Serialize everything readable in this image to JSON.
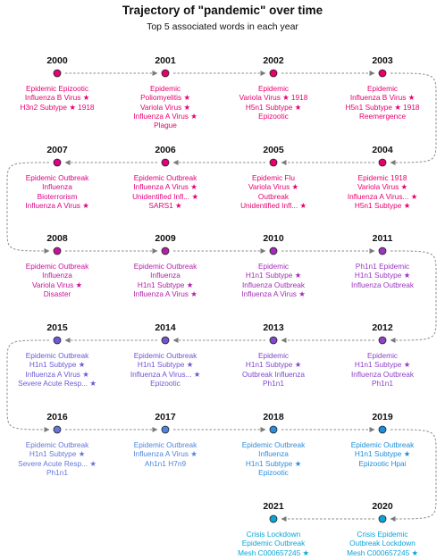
{
  "title": "Trajectory of \"pandemic\" over time",
  "subtitle": "Top 5 associated words in each year",
  "nodes": [
    {
      "year": "2000",
      "color": "#e8006e",
      "lines": [
        "Epidemic  Epizootic",
        "Influenza B Virus ★",
        "H3n2 Subtype ★  1918"
      ]
    },
    {
      "year": "2001",
      "color": "#e8006e",
      "lines": [
        "Epidemic",
        "Poliomyelitis ★",
        "Variola Virus ★",
        "Influenza A Virus ★",
        "Plague"
      ]
    },
    {
      "year": "2002",
      "color": "#e8006e",
      "lines": [
        "Epidemic",
        "Variola Virus ★  1918",
        "H5n1 Subtype ★",
        "Epizootic"
      ]
    },
    {
      "year": "2003",
      "color": "#e8006e",
      "lines": [
        "Epidemic",
        "Influenza B Virus ★",
        "H5n1 Subtype ★  1918",
        "Reemergence"
      ]
    },
    {
      "year": "2004",
      "color": "#e8006e",
      "lines": [
        "Epidemic  1918",
        "Variola Virus ★",
        "Influenza A Virus... ★",
        "H5n1 Subtype ★"
      ]
    },
    {
      "year": "2005",
      "color": "#e8006e",
      "lines": [
        "Epidemic  Flu",
        "Variola Virus ★",
        "Outbreak",
        "Unidentified Infl... ★"
      ]
    },
    {
      "year": "2006",
      "color": "#e0007a",
      "lines": [
        "Epidemic  Outbreak",
        "Influenza A Virus ★",
        "Unidentified Infl... ★",
        "SARS1 ★"
      ]
    },
    {
      "year": "2007",
      "color": "#dc0088",
      "lines": [
        "Epidemic  Outbreak",
        "Influenza",
        "Bioterrorism",
        "Influenza A Virus ★"
      ]
    },
    {
      "year": "2008",
      "color": "#c8109a",
      "lines": [
        "Epidemic  Outbreak",
        "Influenza",
        "Variola Virus ★",
        "Disaster"
      ]
    },
    {
      "year": "2009",
      "color": "#b021a8",
      "lines": [
        "Epidemic  Outbreak",
        "Influenza",
        "H1n1 Subtype ★",
        "Influenza A Virus ★"
      ]
    },
    {
      "year": "2010",
      "color": "#a32cb8",
      "lines": [
        "Epidemic",
        "H1n1 Subtype ★",
        "Influenza  Outbreak",
        "Influenza A Virus ★"
      ]
    },
    {
      "year": "2011",
      "color": "#9a35c0",
      "lines": [
        "Ph1n1  Epidemic",
        "H1n1 Subtype ★",
        "Influenza  Outbreak"
      ]
    },
    {
      "year": "2012",
      "color": "#8f42c8",
      "lines": [
        "Epidemic",
        "H1n1 Subtype ★",
        "Influenza  Outbreak",
        "Ph1n1"
      ]
    },
    {
      "year": "2013",
      "color": "#8048cc",
      "lines": [
        "Epidemic",
        "H1n1 Subtype ★",
        "Outbreak  Influenza",
        "Ph1n1"
      ]
    },
    {
      "year": "2014",
      "color": "#7452d0",
      "lines": [
        "Epidemic  Outbreak",
        "H1n1 Subtype ★",
        "Influenza A Virus... ★",
        "Epizootic"
      ]
    },
    {
      "year": "2015",
      "color": "#6a5ad4",
      "lines": [
        "Epidemic  Outbreak",
        "H1n1 Subtype ★",
        "Influenza A Virus ★",
        "Severe Acute Resp... ★"
      ]
    },
    {
      "year": "2016",
      "color": "#6474dc",
      "lines": [
        "Epidemic  Outbreak",
        "H1n1 Subtype ★",
        "Severe Acute Resp... ★",
        "Ph1n1"
      ]
    },
    {
      "year": "2017",
      "color": "#4d86e0",
      "lines": [
        "Epidemic  Outbreak",
        "Influenza A Virus ★",
        "Ah1n1  H7n9"
      ]
    },
    {
      "year": "2018",
      "color": "#2a8ee0",
      "lines": [
        "Epidemic  Outbreak",
        "Influenza",
        "H1n1 Subtype ★",
        "Epizootic"
      ]
    },
    {
      "year": "2019",
      "color": "#1a8fdc",
      "lines": [
        "Epidemic  Outbreak",
        "H1n1 Subtype ★",
        "Epizootic  Hpai"
      ]
    },
    {
      "year": "2020",
      "color": "#0ca3d8",
      "lines": [
        "Crisis  Epidemic",
        "Outbreak  Lockdown",
        "Mesh C000657245 ★"
      ]
    },
    {
      "year": "2021",
      "color": "#08a6d4",
      "lines": [
        "Crisis  Lockdown",
        "Epidemic  Outbreak",
        "Mesh C000657245 ★"
      ]
    }
  ]
}
